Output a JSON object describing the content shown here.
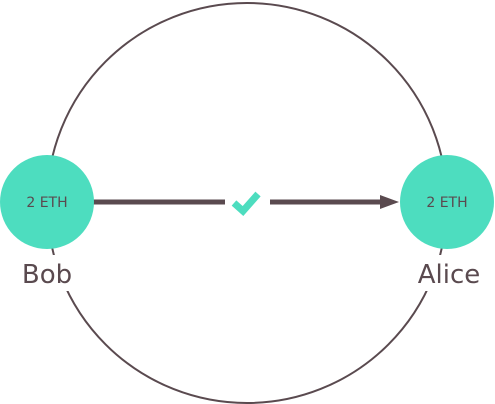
{
  "colors": {
    "node_fill": "#4dddbf",
    "line": "#5a4a4f",
    "check": "#4dddbf",
    "text": "#5a4a4f",
    "background": "#ffffff"
  },
  "icons": {
    "check": "check-icon",
    "arrow": "arrow-right-icon"
  },
  "nodes": {
    "left": {
      "balance": "2 ETH",
      "name": "Bob"
    },
    "right": {
      "balance": "2 ETH",
      "name": "Alice"
    }
  }
}
